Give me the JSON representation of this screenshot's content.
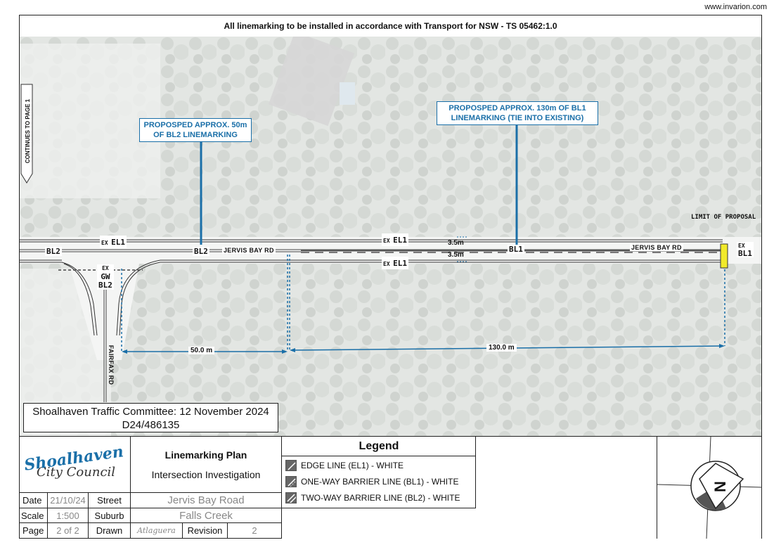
{
  "website": "www.invarion.com",
  "header": {
    "note": "All linemarking to be installed in accordance with Transport for NSW - TS 05462:1.0"
  },
  "map": {
    "continues": "CONTINUES TO PAGE 1",
    "callout_bl2": [
      "PROPOSPED APPROX. 50m",
      "OF BL2 LINEMARKING"
    ],
    "callout_bl1": [
      "PROPOSPED APPROX. 130m OF BL1",
      "LINEMARKING (TIE INTO EXISTING)"
    ],
    "limit": "LIMIT OF PROPOSAL",
    "road_names": [
      "JERVIS BAY RD",
      "JERVIS BAY RD",
      "FAIRFAX RD"
    ],
    "labels": {
      "ex": "EX",
      "el1": "EL1",
      "bl2": "BL2",
      "bl1": "BL1",
      "gw": "GW"
    },
    "lane_widths": [
      "3.5m",
      "3.5m"
    ],
    "dimensions": [
      "50.0 m",
      "130.0 m"
    ]
  },
  "committee": {
    "line1": "Shoalhaven Traffic Committee: 12 November 2024",
    "line2": "D24/486135"
  },
  "title_block": {
    "logo_line1": "Shoalhaven",
    "logo_line2": "City Council",
    "plan_title": "Linemarking Plan",
    "plan_subtitle": "Intersection Investigation",
    "date_label": "Date",
    "date_value": "21/10/24",
    "street_label": "Street",
    "street_value": "Jervis Bay Road",
    "scale_label": "Scale",
    "scale_value": "1:500",
    "suburb_label": "Suburb",
    "suburb_value": "Falls Creek",
    "page_label": "Page",
    "page_value": "2 of 2",
    "drawn_label": "Drawn",
    "drawn_value": "Atlaguera",
    "revision_label": "Revision",
    "revision_value": "2"
  },
  "legend": {
    "title": "Legend",
    "items": [
      "EDGE LINE (EL1) - WHITE",
      "ONE-WAY BARRIER LINE (BL1) - WHITE",
      "TWO-WAY BARRIER LINE (BL2) - WHITE"
    ]
  },
  "north_arrow": {
    "letter": "N"
  },
  "colors": {
    "callout": "#1a6fa8",
    "limit_marker": "#f2ea2a"
  }
}
